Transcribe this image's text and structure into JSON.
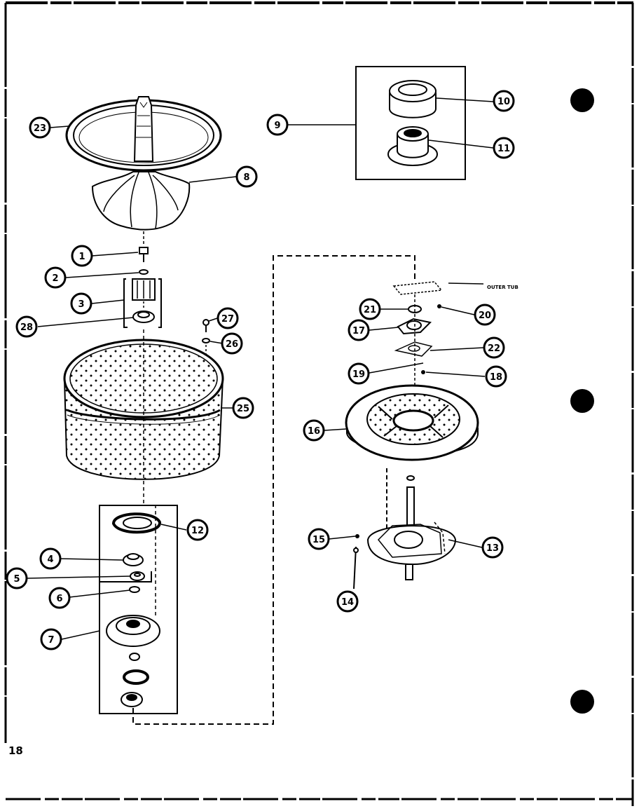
{
  "page": {
    "number": "18"
  },
  "labels": {
    "outer_tub": "OUTER TUB"
  },
  "callouts": [
    {
      "id": "c1",
      "label": "1"
    },
    {
      "id": "c2",
      "label": "2"
    },
    {
      "id": "c3",
      "label": "3"
    },
    {
      "id": "c4",
      "label": "4"
    },
    {
      "id": "c5",
      "label": "5"
    },
    {
      "id": "c6",
      "label": "6"
    },
    {
      "id": "c7",
      "label": "7"
    },
    {
      "id": "c8",
      "label": "8"
    },
    {
      "id": "c9",
      "label": "9"
    },
    {
      "id": "c10",
      "label": "10"
    },
    {
      "id": "c11",
      "label": "11"
    },
    {
      "id": "c12",
      "label": "12"
    },
    {
      "id": "c13",
      "label": "13"
    },
    {
      "id": "c14",
      "label": "14"
    },
    {
      "id": "c15",
      "label": "15"
    },
    {
      "id": "c16",
      "label": "16"
    },
    {
      "id": "c17",
      "label": "17"
    },
    {
      "id": "c18",
      "label": "18"
    },
    {
      "id": "c19",
      "label": "19"
    },
    {
      "id": "c20",
      "label": "20"
    },
    {
      "id": "c21",
      "label": "21"
    },
    {
      "id": "c22",
      "label": "22"
    },
    {
      "id": "c23",
      "label": "23"
    },
    {
      "id": "c25",
      "label": "25"
    },
    {
      "id": "c26",
      "label": "26"
    },
    {
      "id": "c27",
      "label": "27"
    },
    {
      "id": "c28",
      "label": "28"
    }
  ]
}
